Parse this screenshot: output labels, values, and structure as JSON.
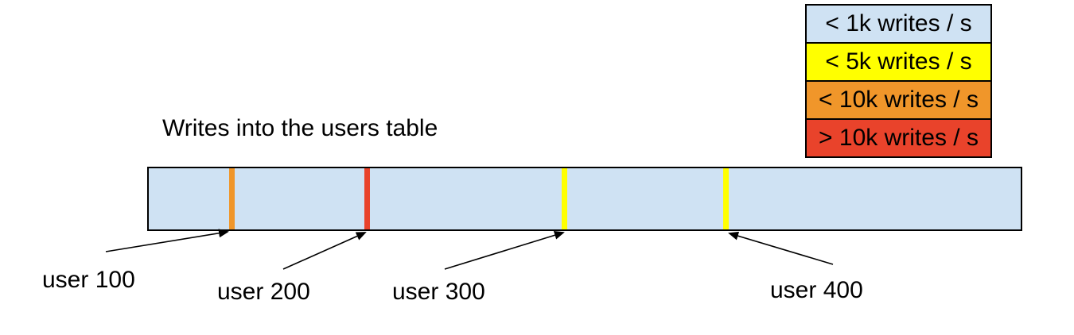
{
  "title": "Writes into the users table",
  "legend": {
    "items": [
      {
        "label": "< 1k writes / s",
        "color": "#cfe2f3"
      },
      {
        "label": "< 5k writes / s",
        "color": "#ffff00"
      },
      {
        "label": "< 10k writes / s",
        "color": "#f0962a"
      },
      {
        "label": "> 10k writes / s",
        "color": "#e9432b"
      }
    ]
  },
  "bar": {
    "fill_color": "#cfe2f3",
    "border_color": "#000000",
    "markers": [
      {
        "user": "user 100",
        "color": "#f0962a",
        "rate_class": "< 10k writes / s"
      },
      {
        "user": "user 200",
        "color": "#e9432b",
        "rate_class": "> 10k writes / s"
      },
      {
        "user": "user 300",
        "color": "#ffff00",
        "rate_class": "< 5k writes / s"
      },
      {
        "user": "user 400",
        "color": "#ffff00",
        "rate_class": "< 5k writes / s"
      }
    ]
  }
}
